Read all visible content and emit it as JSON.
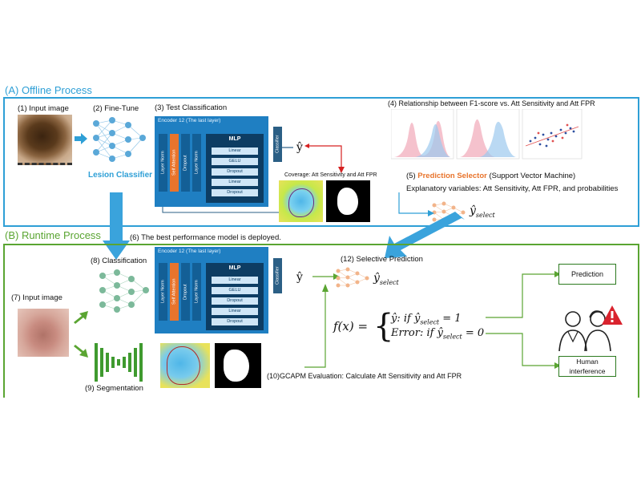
{
  "offline": {
    "title": "(A) Offline Process",
    "input_label": "(1) Input image",
    "finetune_label": "(2) Fine-Tune",
    "lesion_classifier": "Lesion Classifier",
    "test_label": "(3) Test Classification",
    "encoder_title": "Encoder 12 (The last layer)",
    "layer_norm": "Layer Norm",
    "self_attention": "Self Attention",
    "dropout": "Dropout",
    "mlp": "MLP",
    "mlp_rows": [
      "Linear",
      "GELU",
      "Dropout",
      "Linear",
      "Dropout"
    ],
    "classifier": "Classifier",
    "y_hat": "ŷ",
    "coverage": "Coverage: Att Sensitivity and Att FPR",
    "relationship_label": "(4) Relationship between F1-score vs. Att Sensitivity and Att FPR",
    "selector_prefix": "(5) ",
    "selector_name": "Prediction Selector",
    "selector_suffix": " (Support Vector Machine)",
    "explanatory": "Explanatory variables: Att Sensitivity, Att FPR, and probabilities",
    "y_select": "ŷ",
    "select_sub": "select"
  },
  "runtime": {
    "title": "(B) Runtime Process",
    "deployed": "(6) The best performance model is deployed.",
    "input_label": "(7) Input image",
    "classification_label": "(8) Classification",
    "segmentation_label": "(9) Segmentation",
    "encoder_title": "Encoder 12 (The last layer)",
    "gcapm": "(10)GCAPM Evaluation: Calculate Att Sensitivity and Att FPR",
    "selective": "(12) Selective Prediction",
    "y_hat": "ŷ",
    "y_select": "ŷ",
    "select_sub": "select",
    "formula_lhs": "f(x) =",
    "case1": "ŷ: if ŷ",
    "case1_end": " = 1",
    "case2": "Error: if ŷ",
    "case2_end": " = 0",
    "prediction_box": "Prediction",
    "human_box": "Human interference"
  },
  "colors": {
    "offline_border": "#2e9fd6",
    "runtime_border": "#5aa532",
    "accent_orange": "#e8742c",
    "encoder_blue": "#1f7fc2",
    "network_green": "#6fae8c",
    "network_blue": "#5aa8d8"
  }
}
